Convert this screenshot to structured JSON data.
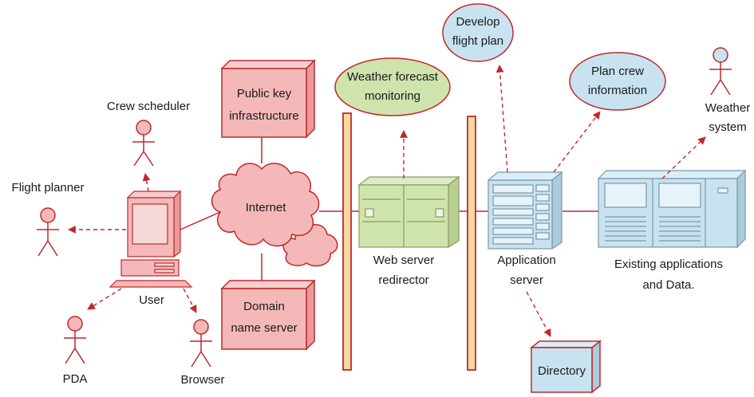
{
  "actors": {
    "crew_scheduler": "Crew scheduler",
    "flight_planner": "Flight planner",
    "pda": "PDA",
    "browser": "Browser",
    "weather_system": [
      "Weather",
      "system"
    ]
  },
  "nodes": {
    "user": "User",
    "internet": "Internet",
    "pki": [
      "Public key",
      "infrastructure"
    ],
    "dns": [
      "Domain",
      "name server"
    ],
    "web_server": [
      "Web server",
      "redirector"
    ],
    "app_server": [
      "Application",
      "server"
    ],
    "existing": [
      "Existing applications",
      "and Data."
    ],
    "directory": "Directory"
  },
  "use_cases": {
    "weather_forecast": [
      "Weather forecast",
      "monitoring"
    ],
    "develop_flight_plan": [
      "Develop",
      "flight plan"
    ],
    "plan_crew": [
      "Plan crew",
      "information"
    ]
  },
  "colors": {
    "red_line": "#c0282c",
    "pink_fill": "#f4b8b8",
    "green_fill": "#cfe3ad",
    "blue_fill": "#c8e2f0",
    "firewall": "#f6d8a0"
  }
}
